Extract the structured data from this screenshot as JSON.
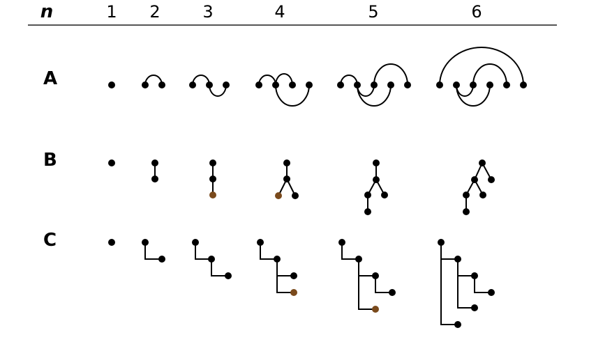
{
  "header": {
    "n_label": "n",
    "columns": [
      "1",
      "2",
      "3",
      "4",
      "5",
      "6"
    ]
  },
  "rows": [
    {
      "label": "A"
    },
    {
      "label": "B"
    },
    {
      "label": "C"
    }
  ],
  "colors": {
    "ink": "#000000",
    "highlight": "#7a4a1c",
    "rule": "#555555"
  }
}
